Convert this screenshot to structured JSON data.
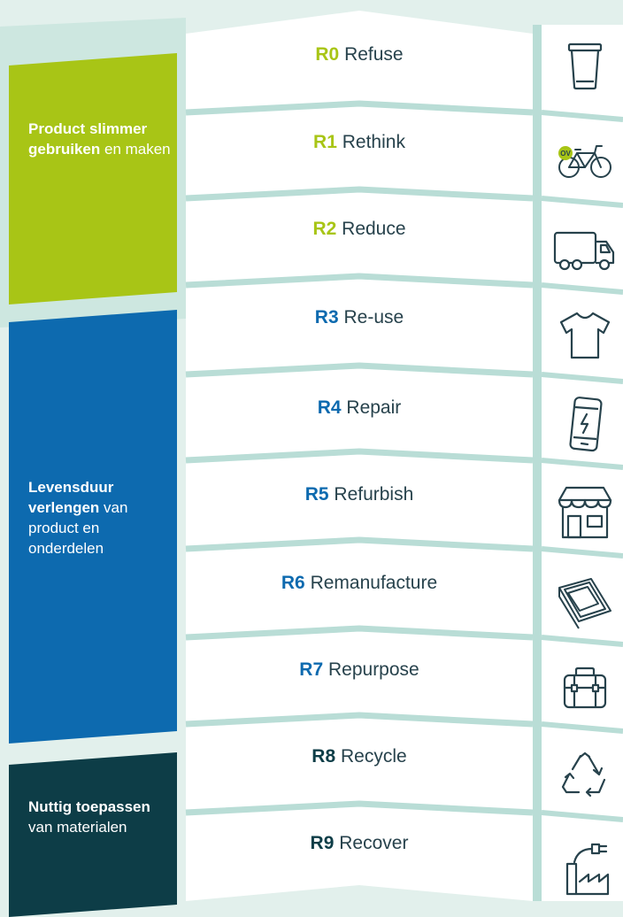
{
  "groups": [
    {
      "bold": "Product slimmer gebruiken",
      "rest": "en maken",
      "color": "#a8c516"
    },
    {
      "bold": "Levensduur verlengen",
      "rest": "van product en onderdelen",
      "color": "#0d6aaf"
    },
    {
      "bold": "Nuttig toepassen",
      "rest": "van materialen",
      "color": "#0d3d47"
    }
  ],
  "rows": [
    {
      "code": "R0",
      "label": "Refuse",
      "icon": "trash-bin-icon"
    },
    {
      "code": "R1",
      "label": "Rethink",
      "icon": "bicycle-ov-icon"
    },
    {
      "code": "R2",
      "label": "Reduce",
      "icon": "truck-icon"
    },
    {
      "code": "R3",
      "label": "Re-use",
      "icon": "tshirt-icon"
    },
    {
      "code": "R4",
      "label": "Repair",
      "icon": "smartphone-icon"
    },
    {
      "code": "R5",
      "label": "Refurbish",
      "icon": "shop-icon"
    },
    {
      "code": "R6",
      "label": "Remanufacture",
      "icon": "roof-window-icon"
    },
    {
      "code": "R7",
      "label": "Repurpose",
      "icon": "bag-icon"
    },
    {
      "code": "R8",
      "label": "Recycle",
      "icon": "recycle-icon"
    },
    {
      "code": "R9",
      "label": "Recover",
      "icon": "factory-plug-icon"
    }
  ],
  "colors": {
    "light_green": "#a8c516",
    "blue": "#0d6aaf",
    "dark_teal": "#0d3d47",
    "line": "#b9ddd6",
    "background": "#e2f0ec",
    "text": "#27424c"
  }
}
